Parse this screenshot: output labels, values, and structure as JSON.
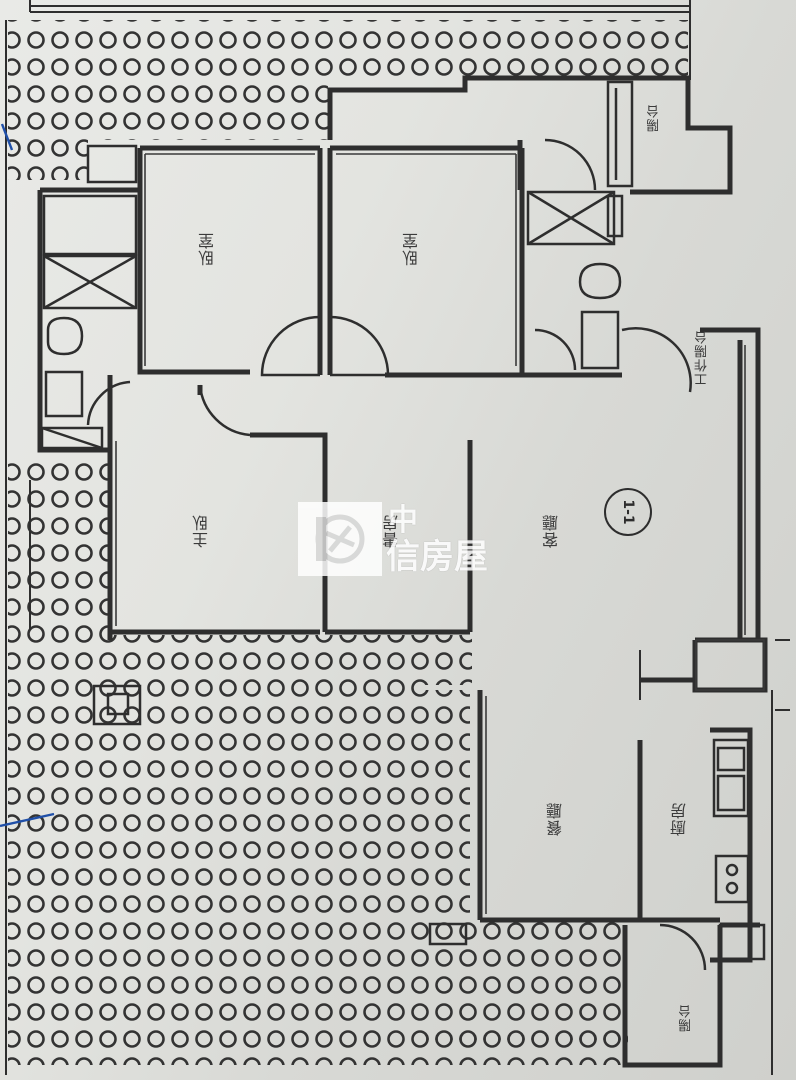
{
  "plan": {
    "unit_tag": "1-1",
    "watermark": {
      "line1": "中",
      "line2": "信房屋",
      "logo_icon": "zhongxin-logo-icon"
    },
    "rooms": {
      "bedroom_a": "臥室",
      "bedroom_b": "臥室",
      "master_bedroom": "主臥",
      "study": "書房",
      "living": "客廳",
      "dining": "餐廳",
      "kitchen": "廚房",
      "balcony_top": "陽台",
      "balcony_bottom": "陽台",
      "utility": "工作陽台"
    },
    "colors": {
      "wall": "#2e2e2e",
      "paper": "#e6e7e3",
      "blue_mark": "#1f4fa8"
    }
  }
}
